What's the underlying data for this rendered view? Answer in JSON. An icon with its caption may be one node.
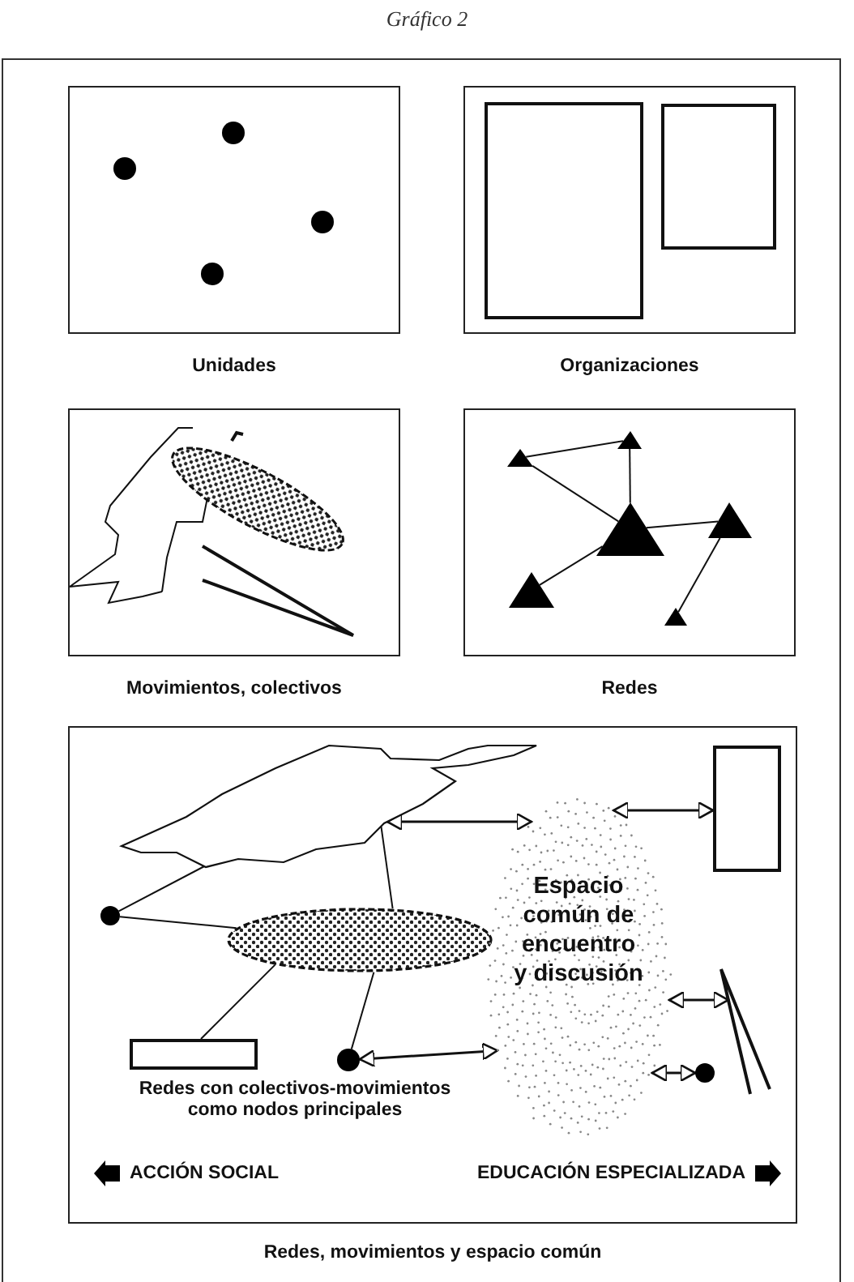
{
  "diagram": {
    "title": "Gráfico 2",
    "nodes": [
      {
        "text": [
          "Unidades"
        ]
      },
      {
        "text": [
          "Organizaciones"
        ]
      },
      {
        "text": [
          "Movimientos, colectivos"
        ]
      },
      {
        "text": [
          "Redes"
        ]
      },
      {
        "text": [],
        "shape": "triangle",
        "in": 3
      },
      {
        "text": [],
        "shape": "triangle",
        "in": 3
      },
      {
        "text": [],
        "shape": "triangle",
        "in": 3
      },
      {
        "text": [],
        "shape": "triangle",
        "in": 3
      },
      {
        "text": [],
        "shape": "triangle",
        "in": 3
      },
      {
        "text": [],
        "shape": "triangle",
        "in": 3
      },
      {
        "text": [
          "Redes, movimientos y espacio común"
        ]
      },
      {
        "text": [],
        "shape": "blob",
        "in": 10
      },
      {
        "text": [],
        "shape": "circle",
        "in": 10
      },
      {
        "text": [],
        "shape": "ellipse",
        "in": 10
      },
      {
        "text": [],
        "shape": "box",
        "in": 10
      },
      {
        "text": [],
        "shape": "circle",
        "in": 10
      },
      {
        "text": [
          "Espacio común de encuentro y discusión"
        ],
        "in": 10
      },
      {
        "text": [],
        "shape": "box",
        "in": 10
      },
      {
        "text": [],
        "shape": "wedge",
        "in": 10
      },
      {
        "text": [],
        "shape": "circle",
        "in": 10
      }
    ],
    "edges": [
      {
        "from": 4,
        "to": 5,
        "arrow": "none"
      },
      {
        "from": 4,
        "to": 6,
        "arrow": "none"
      },
      {
        "from": 5,
        "to": 6,
        "arrow": "none"
      },
      {
        "from": 6,
        "to": 7,
        "arrow": "none"
      },
      {
        "from": 6,
        "to": 8,
        "arrow": "none"
      },
      {
        "from": 7,
        "to": 9,
        "arrow": "none"
      },
      {
        "from": 12,
        "to": 11,
        "arrow": "none"
      },
      {
        "from": 12,
        "to": 13,
        "arrow": "none"
      },
      {
        "from": 11,
        "to": 13,
        "arrow": "none"
      },
      {
        "from": 13,
        "to": 14,
        "arrow": "none"
      },
      {
        "from": 13,
        "to": 15,
        "arrow": "none"
      },
      {
        "from": 11,
        "to": 16,
        "arrow": "both"
      },
      {
        "from": 16,
        "to": 17,
        "arrow": "both"
      },
      {
        "from": 16,
        "to": 18,
        "arrow": "both"
      },
      {
        "from": 15,
        "to": 16,
        "arrow": "both"
      },
      {
        "from": 16,
        "to": 19,
        "arrow": "both"
      }
    ],
    "labels": [
      "Redes con colectivos-movimientos como nodos principales",
      "ACCIÓN SOCIAL",
      "EDUCACIÓN ESPECIALIZADA"
    ]
  }
}
